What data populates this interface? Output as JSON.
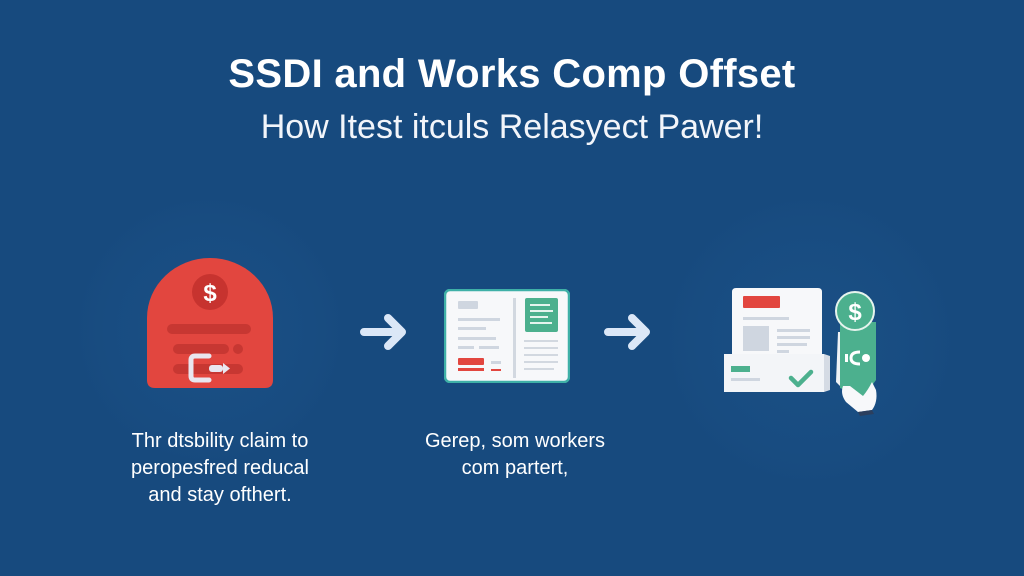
{
  "header": {
    "title": "SSDI and Works Comp Offset",
    "subtitle": "How Itest itculs Relasyect Pawer!"
  },
  "steps": [
    {
      "icon": "red-claim-badge-icon",
      "caption_lines": [
        "Thr dtsbility claim to",
        "peropesfred reducal",
        "and stay ofthert."
      ]
    },
    {
      "icon": "document-ledger-icon",
      "caption_lines": [
        "Gerep, som workers",
        "com partert,"
      ]
    },
    {
      "icon": "document-payment-hand-icon",
      "caption_lines": []
    }
  ],
  "arrows": [
    "arrow-right-icon",
    "arrow-right-icon"
  ],
  "colors": {
    "background": "#174a7e",
    "red": "#e2463f",
    "green": "#4cb08e",
    "arrow": "#dbe7f7",
    "paper": "#f7f8fa"
  }
}
